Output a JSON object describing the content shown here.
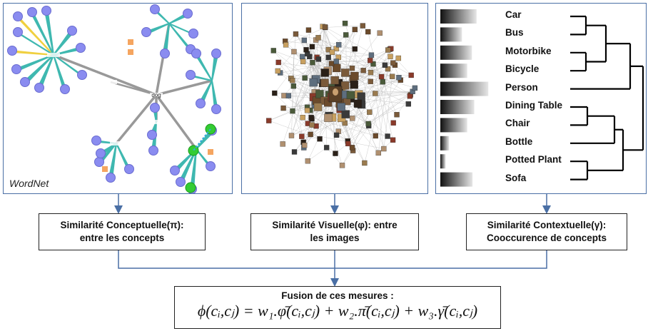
{
  "panels": {
    "wordnet": {
      "label": "WordNet",
      "center_node": "dog"
    },
    "visual": {},
    "contextual": {
      "concepts": [
        "Car",
        "Bus",
        "Motorbike",
        "Bicycle",
        "Person",
        "Dining Table",
        "Chair",
        "Bottle",
        "Potted Plant",
        "Sofa"
      ],
      "bar_values": [
        0.62,
        0.37,
        0.54,
        0.46,
        0.82,
        0.58,
        0.46,
        0.15,
        0.09,
        0.55
      ]
    }
  },
  "boxes": {
    "conceptual": {
      "line1": "Similarité Conceptuelle(π):",
      "line2": "entre les concepts"
    },
    "visual": {
      "line1": "Similarité Visuelle(φ): entre",
      "line2": "les images"
    },
    "contextual": {
      "line1": "Similarité Contextuelle(γ):",
      "line2": "Cooccurence de concepts"
    },
    "fusion": {
      "title": "Fusion de ces mesures :",
      "formula": "ϕ(cᵢ,cⱼ) = w₁.φ̄(cᵢ,cⱼ) + w₂.π̄(cᵢ,cⱼ) + w₃.γ̄(cᵢ,cⱼ)"
    }
  },
  "colors": {
    "node_blue": "#8a8cf0",
    "node_green": "#33cc33",
    "node_orange": "#f5a560",
    "edge_teal": "#3fb8b0",
    "edge_yellow": "#f0d040",
    "edge_gray": "#999999",
    "frame": "#4a6fa5",
    "arrow": "#4a6fa5"
  }
}
